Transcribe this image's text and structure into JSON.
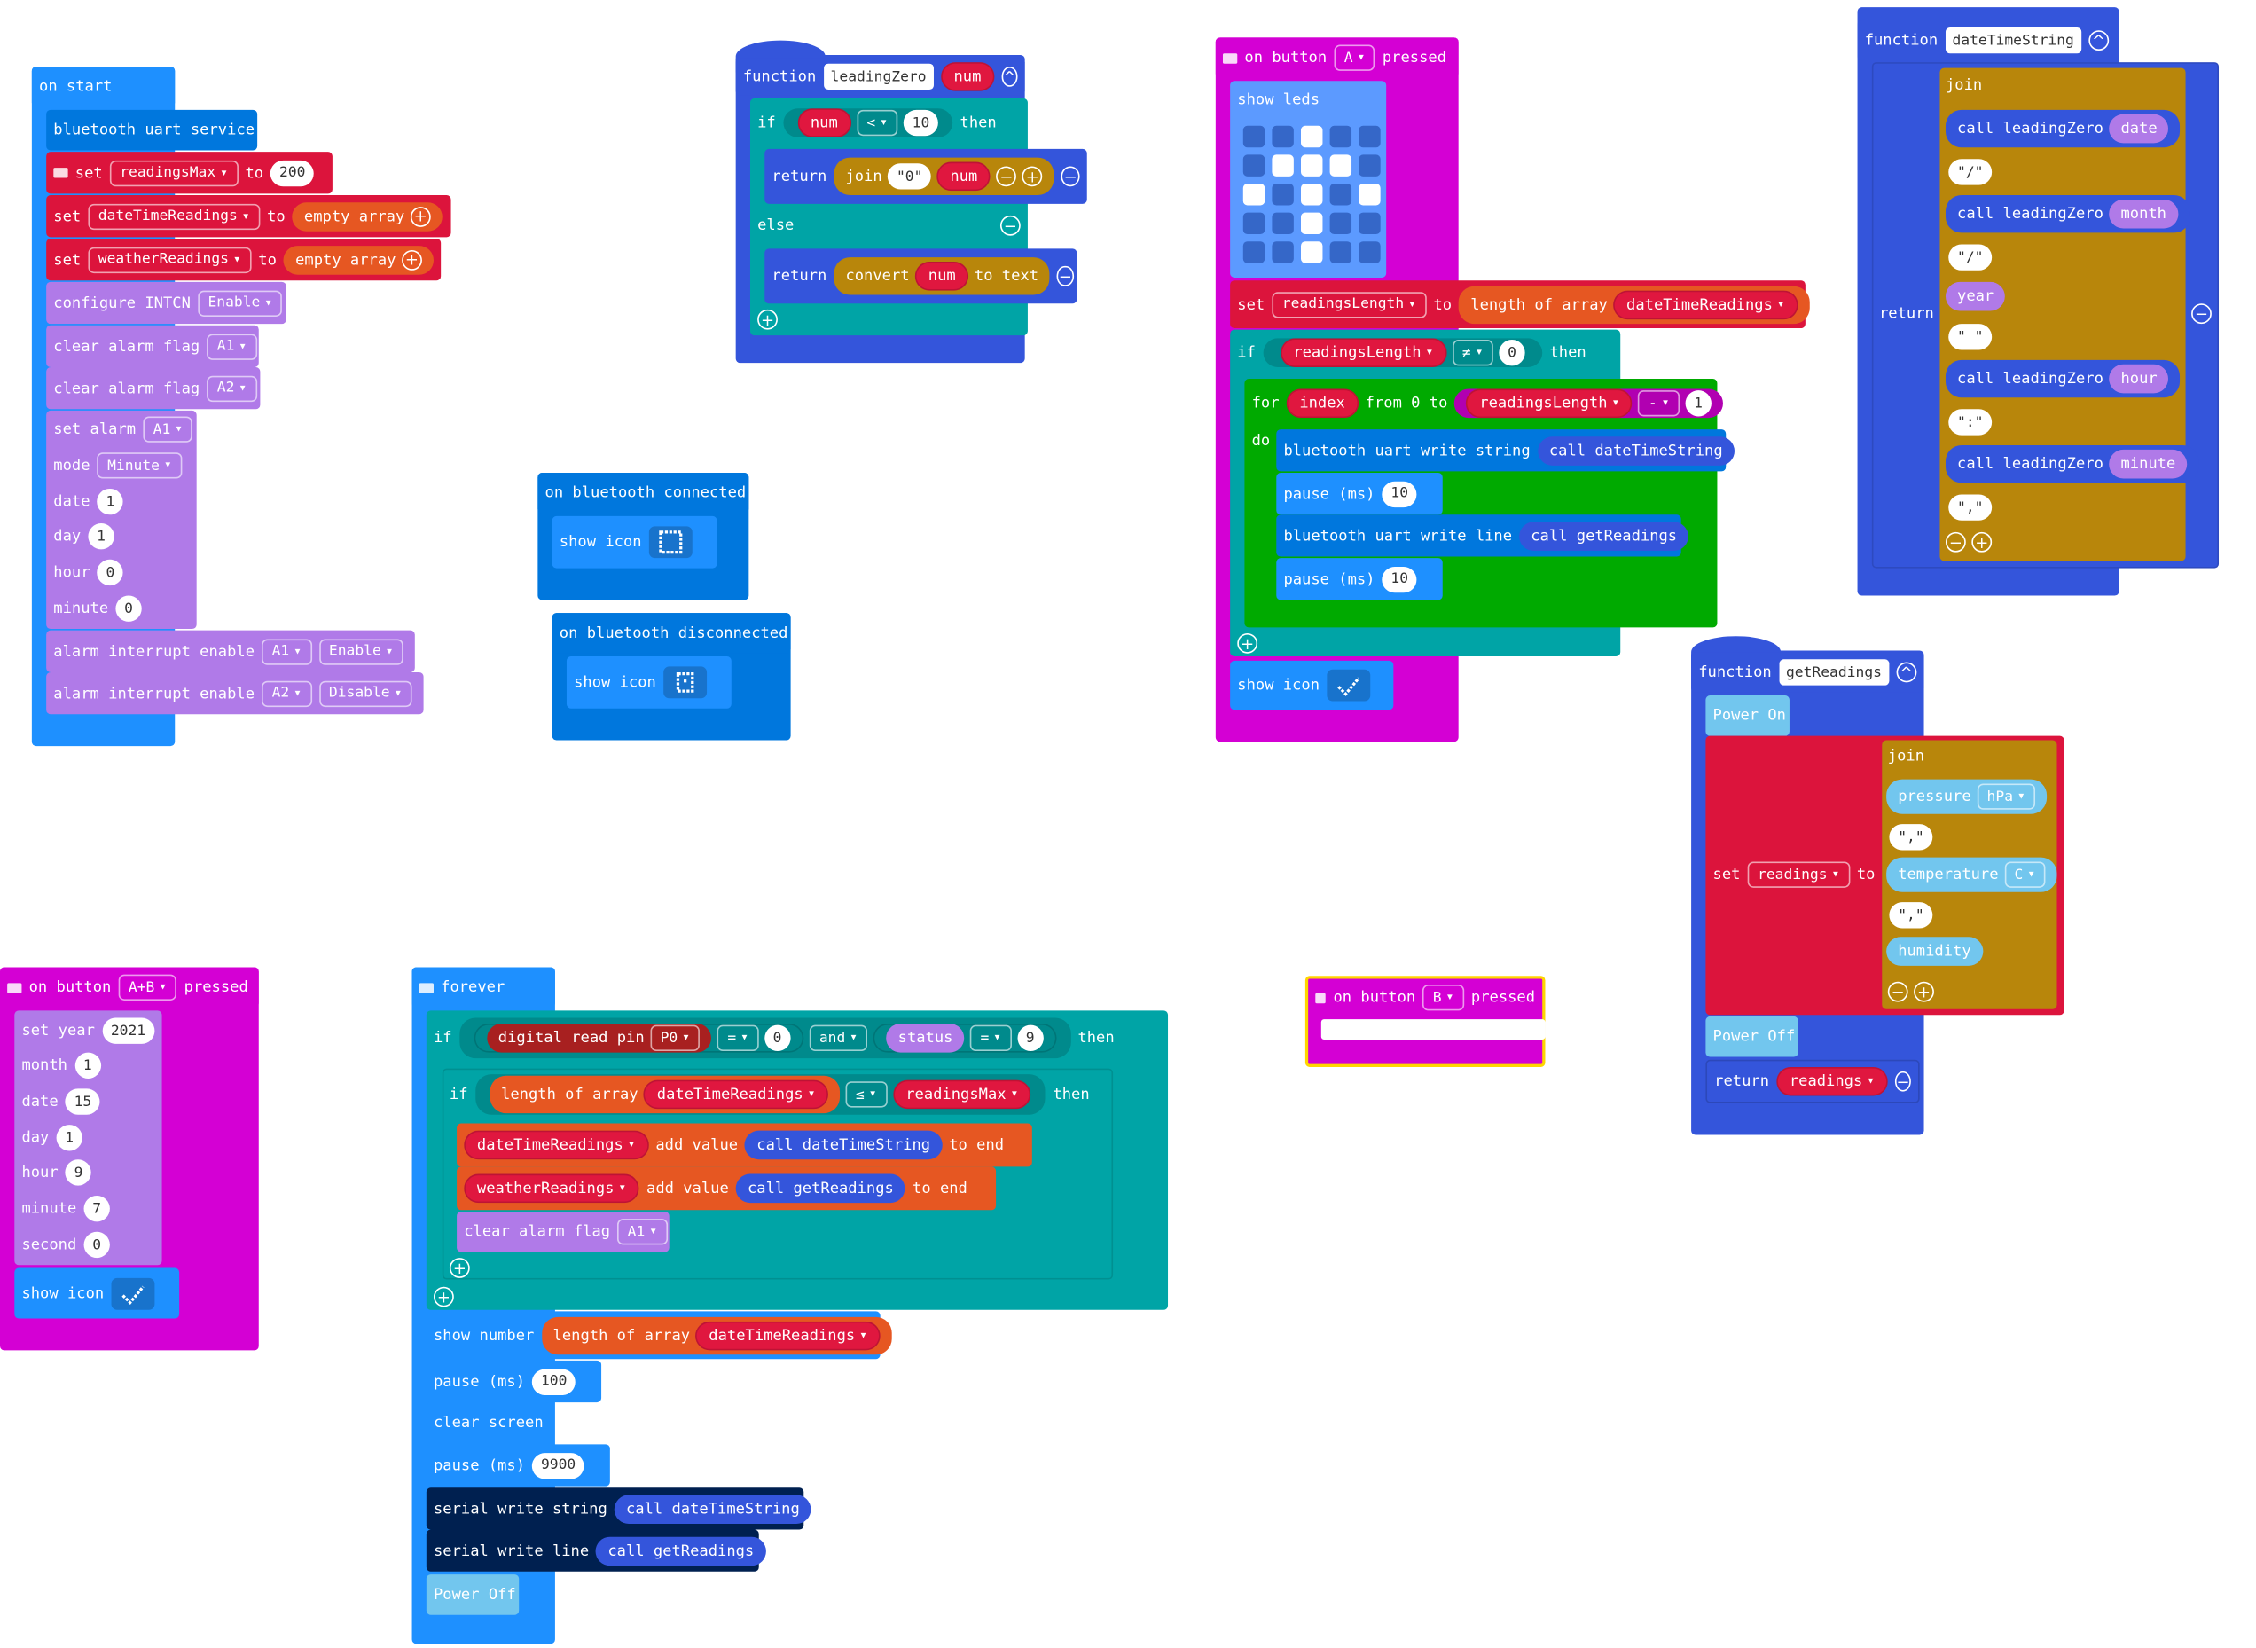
{
  "colors": {
    "event_blue": "#1e90ff",
    "bluetooth": "#0077dd",
    "variables": "#dc143c",
    "arrays": "#e65722",
    "rtc_purple": "#b07ae8",
    "logic_teal": "#00a4a6",
    "functions": "#3455db",
    "text": "#b8860b",
    "input_magenta": "#d400d4",
    "loops": "#00aa00",
    "led_blue": "#5c9aff",
    "serial": "#002050",
    "power": "#72c6ee"
  },
  "on_start": {
    "title": "on start",
    "bt_uart": "bluetooth uart service",
    "set1": {
      "label": "set",
      "var": "readingsMax",
      "to": "to",
      "value": "200"
    },
    "set2": {
      "label": "set",
      "var": "dateTimeReadings",
      "to": "to",
      "value": "empty array"
    },
    "set3": {
      "label": "set",
      "var": "weatherReadings",
      "to": "to",
      "value": "empty array"
    },
    "configure": {
      "label": "configure INTCN",
      "value": "Enable"
    },
    "clear1": {
      "label": "clear alarm flag",
      "value": "A1"
    },
    "clear2": {
      "label": "clear alarm flag",
      "value": "A2"
    },
    "set_alarm": {
      "label": "set alarm",
      "value": "A1"
    },
    "mode": {
      "label": "mode",
      "value": "Minute"
    },
    "date": {
      "label": "date",
      "value": "1"
    },
    "day": {
      "label": "day",
      "value": "1"
    },
    "hour": {
      "label": "hour",
      "value": "0"
    },
    "minute": {
      "label": "minute",
      "value": "0"
    },
    "alarm_int1": {
      "label": "alarm interrupt enable",
      "alarm": "A1",
      "value": "Enable"
    },
    "alarm_int2": {
      "label": "alarm interrupt enable",
      "alarm": "A2",
      "value": "Disable"
    }
  },
  "leading_zero": {
    "function": "function",
    "name": "leadingZero",
    "param": "num",
    "if": "if",
    "lt": "<",
    "ten": "10",
    "then": "then",
    "return": "return",
    "join": "join",
    "zero_str": "\"0\"",
    "else": "else",
    "convert": "convert",
    "to_text": "to text"
  },
  "bt_connected": {
    "title": "on bluetooth connected",
    "show_icon": "show icon"
  },
  "bt_disconnected": {
    "title": "on bluetooth disconnected",
    "show_icon": "show icon"
  },
  "button_a": {
    "on": "on button",
    "button": "A",
    "pressed": "pressed",
    "show_leds": "show leds",
    "leds": [
      [
        0,
        0,
        1,
        0,
        0
      ],
      [
        0,
        1,
        1,
        1,
        0
      ],
      [
        1,
        0,
        1,
        0,
        1
      ],
      [
        0,
        0,
        1,
        0,
        0
      ],
      [
        0,
        0,
        1,
        0,
        0
      ]
    ],
    "set": "set",
    "var": "readingsLength",
    "to": "to",
    "length_of_array": "length of array",
    "array": "dateTimeReadings",
    "if": "if",
    "neq": "≠",
    "zero": "0",
    "then": "then",
    "for": "for",
    "index": "index",
    "from": "from 0 to",
    "minus": "-",
    "one": "1",
    "do": "do",
    "write_string": "bluetooth uart write string",
    "call_dts": "call dateTimeString",
    "pause": "pause (ms)",
    "pause_val": "10",
    "write_line": "bluetooth uart write line",
    "call_gr": "call getReadings",
    "show_icon": "show icon"
  },
  "date_time_string": {
    "function": "function",
    "name": "dateTimeString",
    "return": "return",
    "join": "join",
    "call_lz": "call leadingZero",
    "date": "date",
    "slash1": "\"/\"",
    "month": "month",
    "slash2": "\"/\"",
    "year": "year",
    "space": "\" \"",
    "hour": "hour",
    "colon": "\":\"",
    "minute": "minute",
    "comma": "\",\""
  },
  "get_readings": {
    "function": "function",
    "name": "getReadings",
    "power_on": "Power On",
    "set": "set",
    "var": "readings",
    "to": "to",
    "join": "join",
    "pressure": "pressure",
    "hpa": "hPa",
    "comma1": "\",\"",
    "temperature": "temperature",
    "c": "C",
    "comma2": "\",\"",
    "humidity": "humidity",
    "power_off": "Power Off",
    "return": "return",
    "ret_var": "readings"
  },
  "button_ab": {
    "on": "on button",
    "button": "A+B",
    "pressed": "pressed",
    "set_year": "set year",
    "year": "2021",
    "month_l": "month",
    "month": "1",
    "date_l": "date",
    "date": "15",
    "day_l": "day",
    "day": "1",
    "hour_l": "hour",
    "hour": "9",
    "minute_l": "minute",
    "minute": "7",
    "second_l": "second",
    "second": "0",
    "show_icon": "show icon"
  },
  "forever": {
    "title": "forever",
    "if": "if",
    "read_pin": "digital read pin",
    "pin": "P0",
    "eq": "=",
    "zero": "0",
    "and": "and",
    "status": "status",
    "nine": "9",
    "then": "then",
    "length_of_array": "length of array",
    "array": "dateTimeReadings",
    "lte": "≤",
    "max": "readingsMax",
    "dtr": "dateTimeReadings",
    "add_value": "add value",
    "call_dts": "call dateTimeString",
    "to_end": "to end",
    "wr": "weatherReadings",
    "call_gr": "call getReadings",
    "clear_alarm": "clear alarm flag",
    "alarm": "A1",
    "show_number": "show number",
    "pause": "pause (ms)",
    "pause1": "100",
    "clear_screen": "clear screen",
    "pause2": "9900",
    "serial_string": "serial write string",
    "serial_line": "serial write line",
    "power_off": "Power Off"
  },
  "button_b": {
    "on": "on button",
    "button": "B",
    "pressed": "pressed"
  }
}
